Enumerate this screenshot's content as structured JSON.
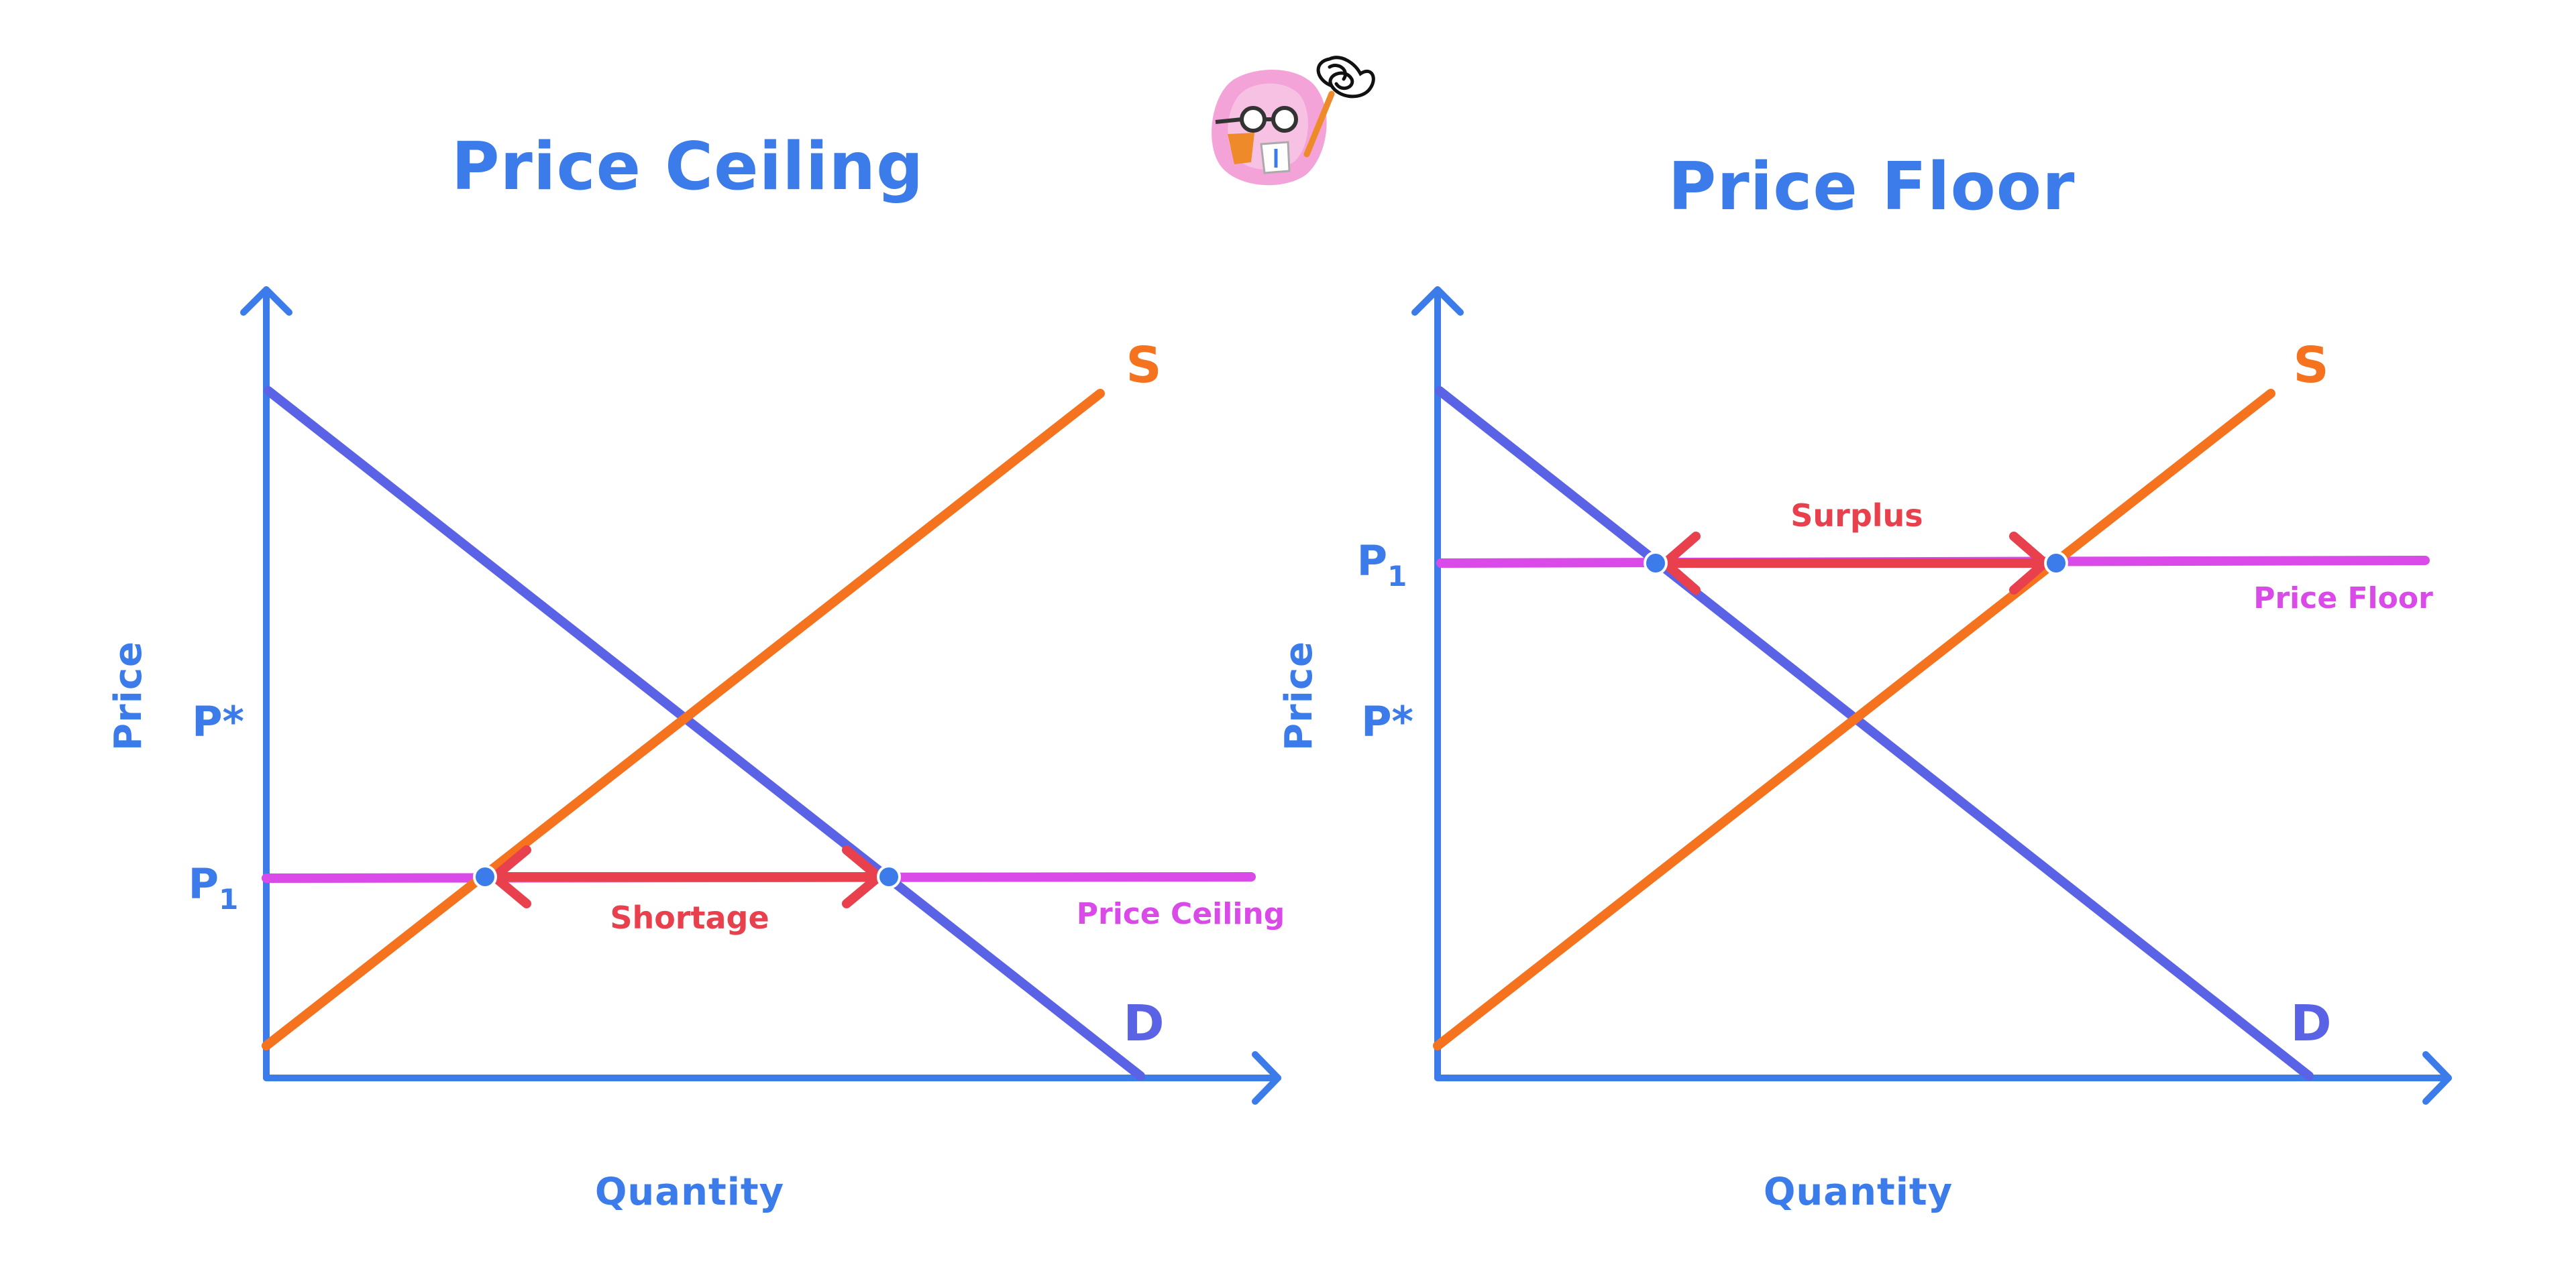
{
  "colors": {
    "axis": "#3b7bea",
    "demand": "#5a63e6",
    "supply": "#f5731e",
    "control_line": "#d94ae8",
    "gap_arrow": "#e8404c",
    "point": "#3b7bea"
  },
  "mascot": {
    "icon": "professor-mascot-icon"
  },
  "price_ceiling": {
    "title": "Price Ceiling",
    "xlabel": "Quantity",
    "ylabel": "Price",
    "p_star_label": "P*",
    "p1_label": "P",
    "p1_subscript": "1",
    "supply_label": "S",
    "demand_label": "D",
    "control_line_label": "Price Ceiling",
    "gap_label": "Shortage"
  },
  "price_floor": {
    "title": "Price Floor",
    "xlabel": "Quantity",
    "ylabel": "Price",
    "p_star_label": "P*",
    "p1_label": "P",
    "p1_subscript": "1",
    "supply_label": "S",
    "demand_label": "D",
    "control_line_label": "Price Floor",
    "gap_label": "Surplus"
  }
}
